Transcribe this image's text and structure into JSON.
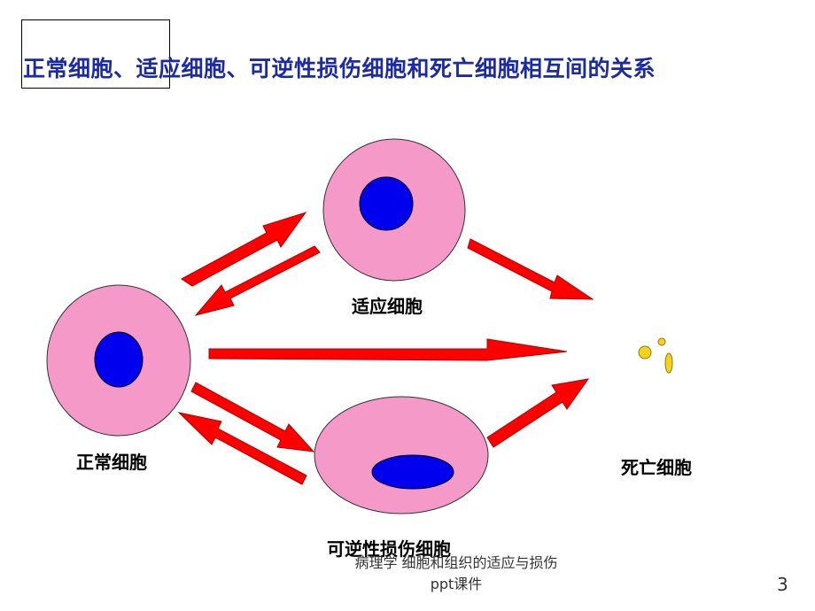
{
  "slide": {
    "title": "正常细胞、适应细胞、可逆性损伤细胞和死亡细胞相互间的关系",
    "labels": {
      "normal": "正常细胞",
      "adapted": "适应细胞",
      "reversible": "可逆性损伤细胞",
      "dead": "死亡细胞"
    },
    "footer_line1": "病理学  细胞和组织的适应与损伤",
    "footer_line2": "ppt课件",
    "page_number": "3"
  },
  "colors": {
    "title": "#1b2aa7",
    "cell_body": "#f59ac8",
    "nucleus": "#0000ee",
    "arrow": "#ff0000",
    "dead_fragment": "#f5d31c"
  }
}
